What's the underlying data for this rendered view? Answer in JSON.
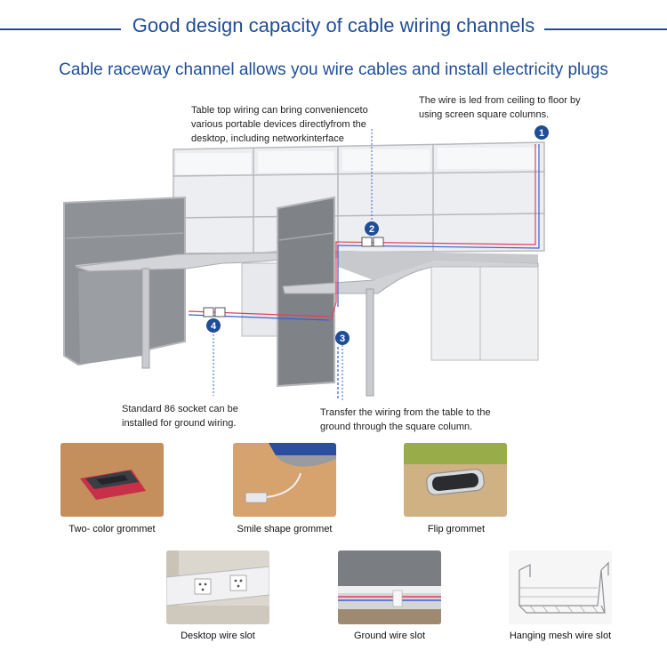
{
  "header": {
    "title": "Good design capacity of cable wiring channels",
    "subtitle": "Cable raceway channel allows you wire cables and install electricity plugs"
  },
  "callouts": [
    {
      "number": "1",
      "text": "The wire is led from ceiling to floor by using screen square columns."
    },
    {
      "number": "2",
      "text": "Table top wiring can bring convenienceto various portable devices directlyfrom the desktop, including networkinterface"
    },
    {
      "number": "3",
      "text": "Transfer the wiring from the table to the ground through the square column."
    },
    {
      "number": "4",
      "text": "Standard 86 socket can be installed for ground wiring."
    }
  ],
  "products": [
    {
      "label": "Two- color grommet",
      "icon": "two-color-grommet-photo"
    },
    {
      "label": "Smile shape grommet",
      "icon": "smile-shape-grommet-photo"
    },
    {
      "label": "Flip grommet",
      "icon": "flip-grommet-photo"
    },
    {
      "label": "Desktop wire slot",
      "icon": "desktop-wire-slot-photo"
    },
    {
      "label": "Ground wire slot",
      "icon": "ground-wire-slot-photo"
    },
    {
      "label": "Hanging mesh wire slot",
      "icon": "hanging-mesh-wire-slot-photo"
    }
  ],
  "colors": {
    "brand_blue": "#1f4e96",
    "badge_blue": "#1f4e96",
    "wire_red": "#e2405a",
    "wire_blue": "#3a5fd0"
  }
}
